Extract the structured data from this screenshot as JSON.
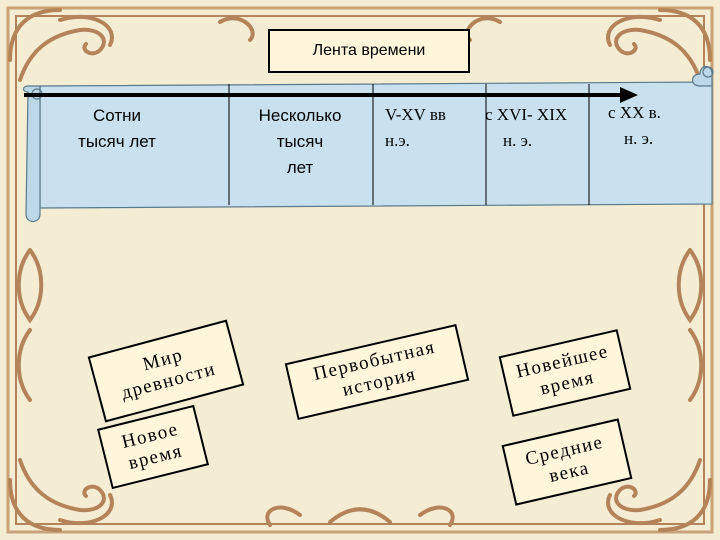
{
  "title": "Лента времени",
  "periods": [
    {
      "line1": "Сотни",
      "line2": "тысяч лет"
    },
    {
      "line1": "Несколько",
      "line2": "тысяч",
      "line3": "лет"
    },
    {
      "line1": "V-XV вв",
      "line2": "н.э."
    },
    {
      "line1": "с XVI- XIX",
      "line2": "н. э."
    },
    {
      "line1": "с XX в.",
      "line2": "н. э."
    }
  ],
  "cards": [
    {
      "line1": "Мир",
      "line2": "древности"
    },
    {
      "line1": "Первобытная",
      "line2": "история"
    },
    {
      "line1": "Новейшее",
      "line2": "время"
    },
    {
      "line1": "Новое",
      "line2": "время"
    },
    {
      "line1": "Средние",
      "line2": "века"
    }
  ],
  "colors": {
    "background": "#f4ecd3",
    "ornament": "#b5835a",
    "scroll": "#c9e1ee",
    "card": "#fff6dc"
  }
}
